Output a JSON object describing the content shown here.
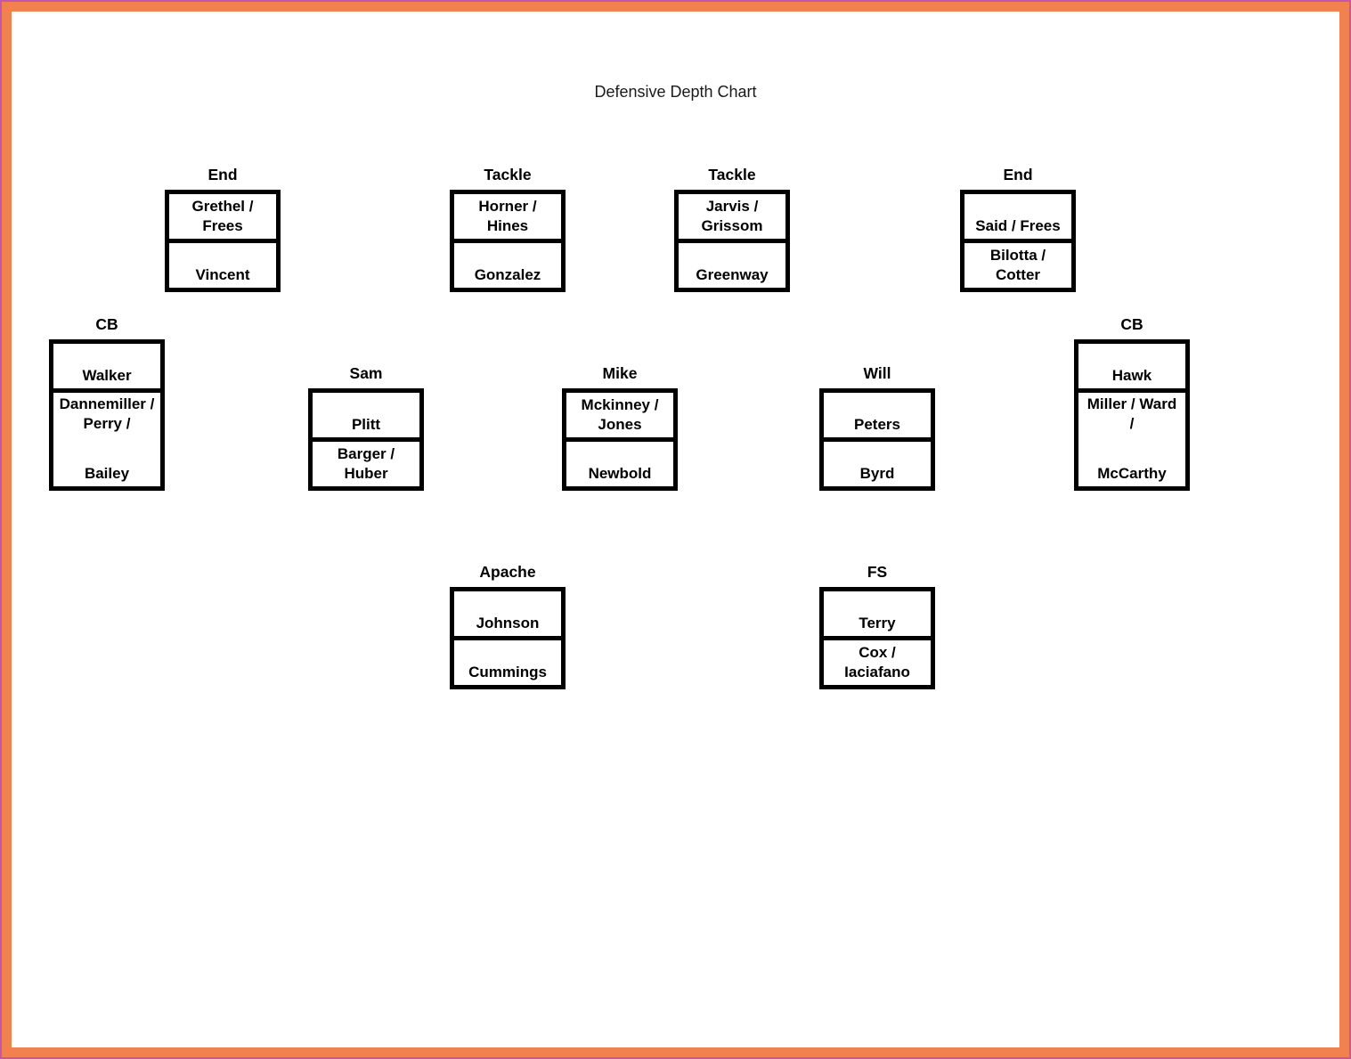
{
  "title": "Defensive Depth Chart",
  "colors": {
    "frame_orange": "#f1814f",
    "frame_magenta": "#c457ad",
    "box_border": "#000000",
    "text": "#000000"
  },
  "boxes": [
    {
      "id": "end-left",
      "label": "End",
      "cells": [
        {
          "top": "",
          "bottom": "Grethel /\nFrees"
        },
        {
          "top": "",
          "bottom": "Vincent"
        }
      ]
    },
    {
      "id": "tackle-left",
      "label": "Tackle",
      "cells": [
        {
          "top": "",
          "bottom": "Horner /\nHines"
        },
        {
          "top": "",
          "bottom": "Gonzalez"
        }
      ]
    },
    {
      "id": "tackle-right",
      "label": "Tackle",
      "cells": [
        {
          "top": "",
          "bottom": "Jarvis /\nGrissom"
        },
        {
          "top": "",
          "bottom": "Greenway"
        }
      ]
    },
    {
      "id": "end-right",
      "label": "End",
      "cells": [
        {
          "top": "",
          "bottom": "Said / Frees"
        },
        {
          "top": "",
          "bottom": "Bilotta /\nCotter"
        }
      ]
    },
    {
      "id": "cb-left",
      "label": "CB",
      "cells": [
        {
          "top": "",
          "bottom": "Walker"
        },
        {
          "top": "Dannemiller /\nPerry /",
          "bottom": "Bailey"
        }
      ]
    },
    {
      "id": "sam",
      "label": "Sam",
      "cells": [
        {
          "top": "",
          "bottom": "Plitt"
        },
        {
          "top": "",
          "bottom": "Barger /\nHuber"
        }
      ]
    },
    {
      "id": "mike",
      "label": "Mike",
      "cells": [
        {
          "top": "",
          "bottom": "Mckinney /\nJones"
        },
        {
          "top": "",
          "bottom": "Newbold"
        }
      ]
    },
    {
      "id": "will",
      "label": "Will",
      "cells": [
        {
          "top": "",
          "bottom": "Peters"
        },
        {
          "top": "",
          "bottom": "Byrd"
        }
      ]
    },
    {
      "id": "cb-right",
      "label": "CB",
      "cells": [
        {
          "top": "",
          "bottom": "Hawk"
        },
        {
          "top": "Miller / Ward\n/",
          "bottom": "McCarthy"
        }
      ]
    },
    {
      "id": "apache",
      "label": "Apache",
      "cells": [
        {
          "top": "",
          "bottom": "Johnson"
        },
        {
          "top": "",
          "bottom": "Cummings"
        }
      ]
    },
    {
      "id": "fs",
      "label": "FS",
      "cells": [
        {
          "top": "",
          "bottom": "Terry"
        },
        {
          "top": "",
          "bottom": "Cox /\nIaciafano"
        }
      ]
    }
  ]
}
